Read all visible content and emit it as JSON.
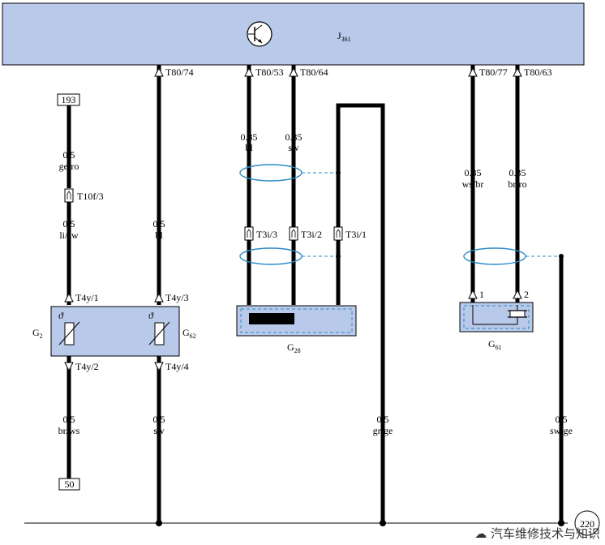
{
  "module": {
    "label": "J",
    "sub": "361"
  },
  "module_pins": [
    "T80/74",
    "T80/53",
    "T80/64",
    "T80/77",
    "T80/63"
  ],
  "terminals": {
    "top_left": "193",
    "bottom_left": "50",
    "ground": "220"
  },
  "connectors": {
    "t10f": "T10f/3",
    "t3i_3": "T3i/3",
    "t3i_2": "T3i/2",
    "t3i_1": "T3i/1"
  },
  "g2_box": {
    "pins": [
      "T4y/1",
      "T4y/3",
      "T4y/2",
      "T4y/4"
    ],
    "left_label": {
      "main": "G",
      "sub": "2"
    },
    "right_label": {
      "main": "G",
      "sub": "62"
    },
    "symbol": "ϑ"
  },
  "g28": {
    "main": "G",
    "sub": "28"
  },
  "g61": {
    "main": "G",
    "sub": "61",
    "pins": [
      "1",
      "2"
    ]
  },
  "wires": {
    "w1": {
      "size": "0.5",
      "color": "ge/ro"
    },
    "w2": {
      "size": "0.5",
      "color": "li/sw"
    },
    "w3": {
      "size": "0.5",
      "color": "bl"
    },
    "w4": {
      "size": "0.35",
      "color": "bl"
    },
    "w5": {
      "size": "0.35",
      "color": "sw"
    },
    "w6": {
      "size": "0.35",
      "color": "ws/br"
    },
    "w7": {
      "size": "0.35",
      "color": "br/ro"
    },
    "w8": {
      "size": "0.5",
      "color": "br/ws"
    },
    "w9": {
      "size": "0.5",
      "color": "sw"
    },
    "w10": {
      "size": "0.5",
      "color": "gr/ge"
    },
    "w11": {
      "size": "0.5",
      "color": "sw/ge"
    }
  },
  "watermark": "汽车维修技术与知识",
  "colors": {
    "component_fill": "#b9c9ea",
    "shield": "#2a8ac4",
    "wire": "#000000"
  }
}
